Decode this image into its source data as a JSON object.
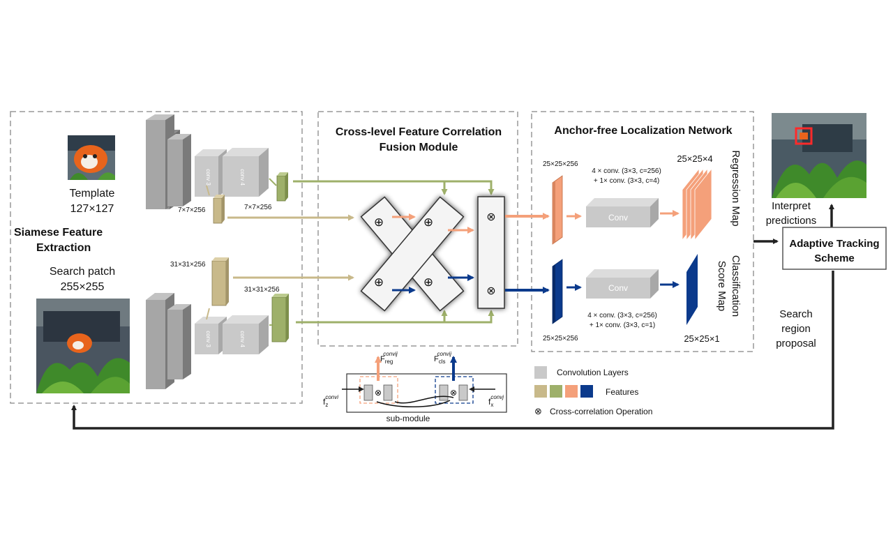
{
  "siamese": {
    "title_line1": "Siamese Feature",
    "title_line2": "Extraction",
    "template_label": "Template",
    "template_size": "127×127",
    "search_label": "Search patch",
    "search_size": "255×255",
    "conv3": "conv 3",
    "conv4": "conv 4",
    "dim_t_conv3": "7×7×256",
    "dim_t_conv4": "7×7×256",
    "dim_s_conv3": "31×31×256",
    "dim_s_conv4": "31×31×256"
  },
  "fusion": {
    "title_line1": "Cross-level Feature Correlation",
    "title_line2": "Fusion Module",
    "plus": "⊕",
    "otimes": "⊗"
  },
  "submodule": {
    "label": "sub-module",
    "f_reg": "F",
    "f_reg_sub": "reg",
    "f_reg_sup": "convij",
    "f_cls": "F",
    "f_cls_sub": "cls",
    "f_cls_sup": "convij",
    "fz": "f",
    "fz_sub": "z",
    "fz_sup": "convi",
    "fx": "f",
    "fx_sub": "x",
    "fx_sup": "convj"
  },
  "localization": {
    "title": "Anchor-free Localization Network",
    "reg_in_dim": "25×25×256",
    "reg_conv_line1": "4 × conv. (3×3, c=256)",
    "reg_conv_line2": "+ 1× conv. (3×3, c=4)",
    "reg_out_dim": "25×25×4",
    "reg_map": "Regression Map",
    "conv": "Conv",
    "cls_conv_line1": "4 × conv. (3×3, c=256)",
    "cls_conv_line2": "+ 1× conv. (3×3, c=1)",
    "cls_in_dim": "25×25×256",
    "cls_out_dim": "25×25×1",
    "cls_map_line1": "Classification",
    "cls_map_line2": "Score Map"
  },
  "legend": {
    "conv_layers": "Convolution Layers",
    "features": "Features",
    "xcorr": "Cross-correlation Operation",
    "xcorr_symbol": "⊗"
  },
  "tracking": {
    "interpret_line1": "Interpret",
    "interpret_line2": "predictions",
    "scheme_line1": "Adaptive Tracking",
    "scheme_line2": "Scheme",
    "proposal_line1": "Search",
    "proposal_line2": "region",
    "proposal_line3": "proposal"
  },
  "colors": {
    "tan": "#c8b98a",
    "green": "#9eb06a",
    "orange": "#f4a07a",
    "blue": "#0b3a8c",
    "gray": "#c9c9c9"
  }
}
